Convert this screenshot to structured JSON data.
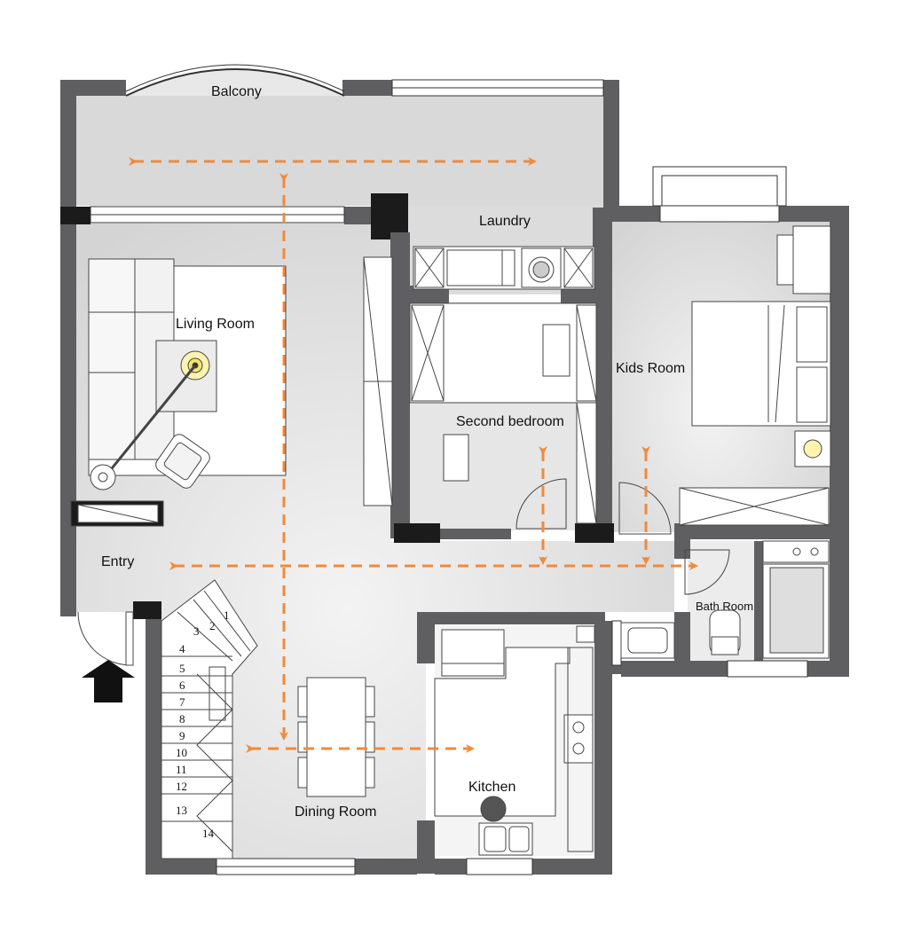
{
  "rooms": {
    "balcony": "Balcony",
    "laundry": "Laundry",
    "living_room": "Living Room",
    "second_bedroom": "Second bedroom",
    "kids_room": "Kids Room",
    "entry": "Entry",
    "bath_room": "Bath Room",
    "kitchen": "Kitchen",
    "dining_room": "Dining Room"
  },
  "stair_steps": [
    "1",
    "2",
    "3",
    "4",
    "5",
    "6",
    "7",
    "8",
    "9",
    "10",
    "11",
    "12",
    "13",
    "14"
  ],
  "colors": {
    "wall": "#5f5f61",
    "wall_dark": "#1b1b1b",
    "floor": "#dcdcdc",
    "floor_light": "#f0f0f0",
    "furniture": "#ffffff",
    "arrow": "#f08a3c"
  }
}
